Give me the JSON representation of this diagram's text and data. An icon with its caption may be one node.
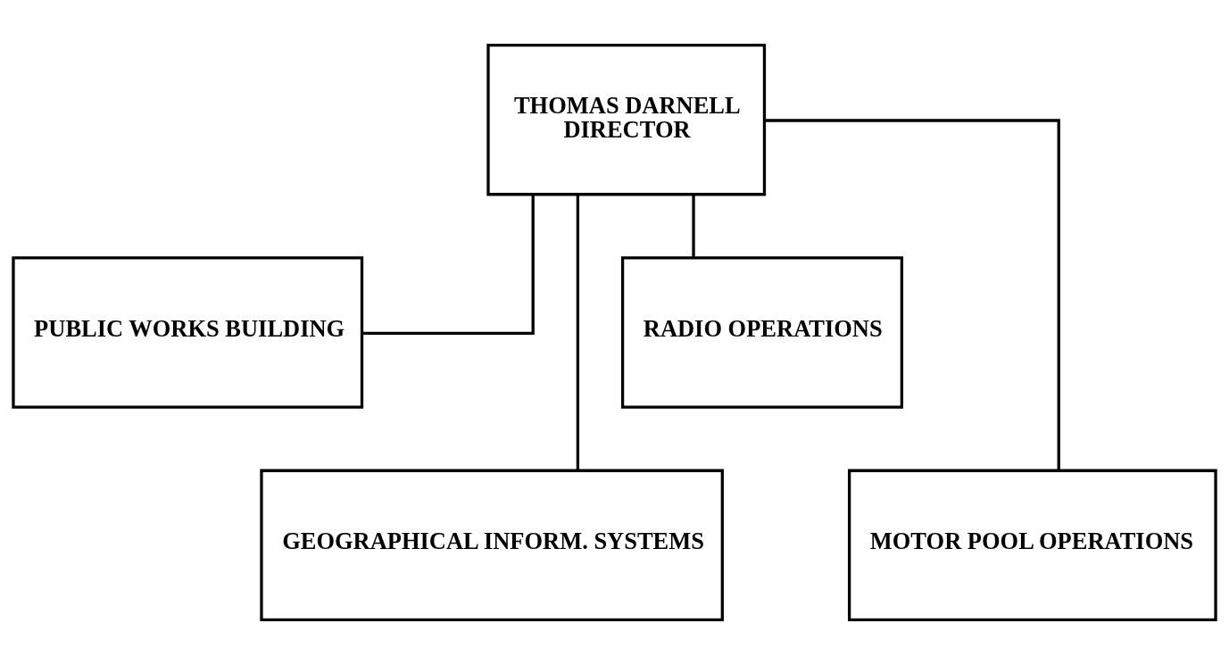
{
  "diagram": {
    "nodes": [
      {
        "text": [
          "THOMAS DARNELL",
          "DIRECTOR"
        ]
      },
      {
        "text": [
          "PUBLIC WORKS BUILDING"
        ]
      },
      {
        "text": [
          "GEOGRAPHICAL INFORM. SYSTEMS"
        ]
      },
      {
        "text": [
          "RADIO OPERATIONS"
        ]
      },
      {
        "text": [
          "MOTOR POOL OPERATIONS"
        ]
      }
    ],
    "edges": [
      {
        "from": 0,
        "to": 1,
        "arrow": "none"
      },
      {
        "from": 0,
        "to": 2,
        "arrow": "none"
      },
      {
        "from": 0,
        "to": 3,
        "arrow": "none"
      },
      {
        "from": 0,
        "to": 4,
        "arrow": "none"
      }
    ]
  }
}
